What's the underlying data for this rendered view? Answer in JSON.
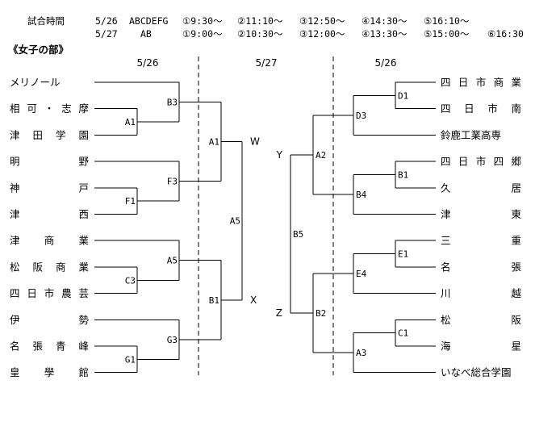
{
  "schedule": {
    "title": "試合時間",
    "rows": [
      {
        "date": "5/26",
        "courts": "ABCDEFG",
        "times": [
          "①9:30～",
          "②11:10～",
          "③12:50～",
          "④14:30～",
          "⑤16:10～"
        ]
      },
      {
        "date": "5/27",
        "courts": "AB",
        "times": [
          "①9:00～",
          "②10:30～",
          "③12:00～",
          "④13:30～",
          "⑤15:00～",
          "⑥16:30"
        ]
      }
    ]
  },
  "section_title": "《女子の部》",
  "day_headers": {
    "left": "5/26",
    "center": "5/27",
    "right": "5/26"
  },
  "left_teams": [
    {
      "spaced": false,
      "name": "メリノール"
    },
    {
      "spaced": true,
      "name": "相可・志摩"
    },
    {
      "spaced": true,
      "name": "津田学園"
    },
    {
      "spaced": true,
      "name": "明野"
    },
    {
      "spaced": true,
      "name": "神戸"
    },
    {
      "spaced": true,
      "name": "津西"
    },
    {
      "spaced": true,
      "name": "津商業"
    },
    {
      "spaced": true,
      "name": "松阪商業"
    },
    {
      "spaced": true,
      "name": "四日市農芸"
    },
    {
      "spaced": true,
      "name": "伊勢"
    },
    {
      "spaced": true,
      "name": "名張青峰"
    },
    {
      "spaced": true,
      "name": "皇學館"
    }
  ],
  "right_teams": [
    {
      "spaced": true,
      "name": "四日市商業"
    },
    {
      "spaced": true,
      "name": "四日市南"
    },
    {
      "spaced": false,
      "name": "鈴鹿工業高専"
    },
    {
      "spaced": true,
      "name": "四日市四郷"
    },
    {
      "spaced": true,
      "name": "久居"
    },
    {
      "spaced": true,
      "name": "津東"
    },
    {
      "spaced": true,
      "name": "三重"
    },
    {
      "spaced": true,
      "name": "名張"
    },
    {
      "spaced": true,
      "name": "川越"
    },
    {
      "spaced": true,
      "name": "松阪"
    },
    {
      "spaced": true,
      "name": "海星"
    },
    {
      "spaced": false,
      "name": "いなべ総合学園"
    }
  ],
  "left_matches": {
    "r1": [
      "A1",
      "F1",
      "C3",
      "G1"
    ],
    "r2": [
      "B3",
      "F3",
      "A5",
      "G3"
    ],
    "r3": [
      "A1",
      "B1"
    ],
    "semi": "A5"
  },
  "right_matches": {
    "r1": [
      "D1",
      "B1",
      "E1",
      "C1"
    ],
    "r2": [
      "D3",
      "B4",
      "E4",
      "A3"
    ],
    "r3": [
      "A2",
      "B2"
    ],
    "semi": "B5"
  },
  "winner_labels": {
    "left_top": "W",
    "left_bottom": "X",
    "right_top": "Y",
    "right_bottom": "Z"
  }
}
